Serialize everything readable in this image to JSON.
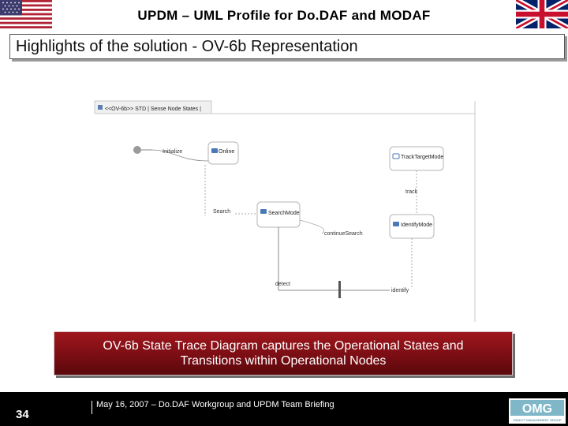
{
  "slide": {
    "title": "UPDM – UML Profile for Do.DAF and MODAF",
    "heading": "Highlights of the solution -  OV-6b Representation",
    "page_number": "34",
    "footer_text": "May 16, 2007 – Do.DAF Workgroup and UPDM Team Briefing",
    "caption_line1": "OV-6b State Trace Diagram captures the Operational States and",
    "caption_line2": "Transitions within Operational Nodes"
  },
  "diagram": {
    "tab_title": "<<OV-6b>> STD | Sense Node States |",
    "initial_label": "Initialize",
    "states": {
      "online": "Online",
      "search_mode": "SearchMode",
      "track_target_mode": "TrackTargetMode",
      "identify_mode": "IdentifyMode"
    },
    "transitions": {
      "search": "Search",
      "track": "track",
      "continue_search": "continueSearch",
      "detect": "detect",
      "identify": "identify"
    }
  },
  "logos": {
    "omg_text": "OMG",
    "omg_sub": "OBJECT MANAGEMENT GROUP"
  },
  "colors": {
    "caption_bg": "#8b1118",
    "footer_bg": "#000000",
    "state_accent": "#4a78b8"
  }
}
